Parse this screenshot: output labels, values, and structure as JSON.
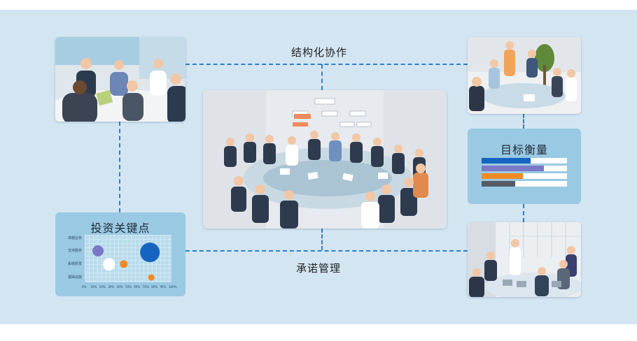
{
  "labels": {
    "top": "结构化协作",
    "bottom": "承诺管理"
  },
  "investment_card": {
    "title": "投资关键点",
    "categories": [
      "卓越业务",
      "支持服务",
      "系统研发",
      "基础设施"
    ],
    "x_ticks": [
      "0%",
      "10%",
      "20%",
      "30%",
      "40%",
      "50%",
      "60%",
      "70%",
      "80%",
      "90%",
      "100%"
    ],
    "bubble_colors": [
      "#1565c0",
      "#7b78c7",
      "#f08a24",
      "#ffffff"
    ]
  },
  "metrics_card": {
    "title": "目标衡量",
    "bars": [
      {
        "value": 0.57,
        "color": "#1565c0"
      },
      {
        "value": 0.73,
        "color": "#7b78c7"
      },
      {
        "value": 0.48,
        "color": "#f08a24"
      },
      {
        "value": 0.39,
        "color": "#555b66"
      }
    ]
  },
  "chart_data": {
    "type": "scatter",
    "title": "投资关键点",
    "categories": [
      "卓越业务",
      "支持服务",
      "系统研发",
      "基础设施"
    ],
    "x_ticks": [
      "0%",
      "10%",
      "20%",
      "30%",
      "40%",
      "50%",
      "60%",
      "70%",
      "80%",
      "90%",
      "100%"
    ],
    "xlim": [
      0,
      100
    ],
    "points": [
      {
        "x": 75,
        "category": "支持服务",
        "size": 3,
        "color": "#1565c0"
      },
      {
        "x": 15,
        "category": "支持服务",
        "size": 1,
        "color": "#7b78c7"
      },
      {
        "x": 45,
        "category": "系统研发",
        "size": 0.5,
        "color": "#f08a24"
      },
      {
        "x": 28,
        "category": "系统研发",
        "size": 1.2,
        "color": "#ffffff"
      },
      {
        "x": 77,
        "category": "基础设施",
        "size": 0.3,
        "color": "#f08a24"
      }
    ]
  }
}
